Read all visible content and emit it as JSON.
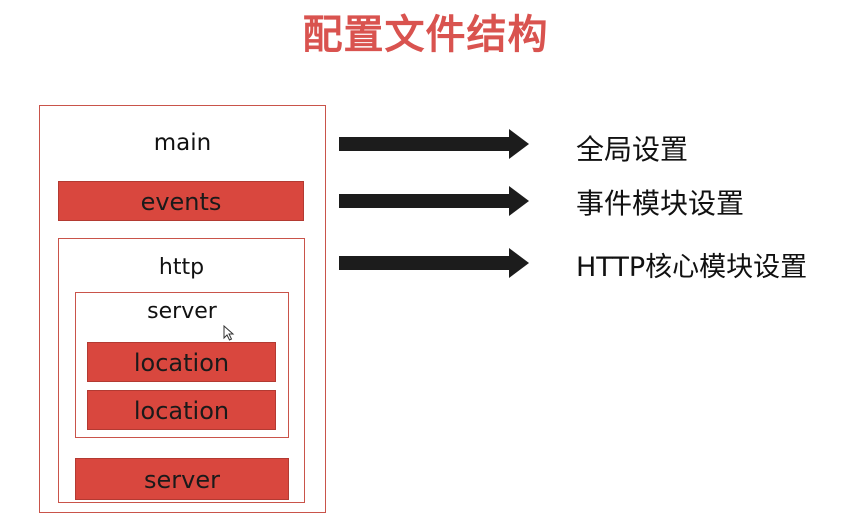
{
  "title": "配置文件结构",
  "diagram": {
    "main_label": "main",
    "events_label": "events",
    "http_label": "http",
    "server_label": "server",
    "location_1_label": "location",
    "location_2_label": "location",
    "server_2_label": "server"
  },
  "descriptions": [
    "全局设置",
    "事件模块设置",
    "HTTP核心模块设置"
  ],
  "colors": {
    "accent_red": "#d9473e",
    "title_red": "#d9534f",
    "border_red": "#c9534a",
    "arrow": "#1c1c1c"
  }
}
